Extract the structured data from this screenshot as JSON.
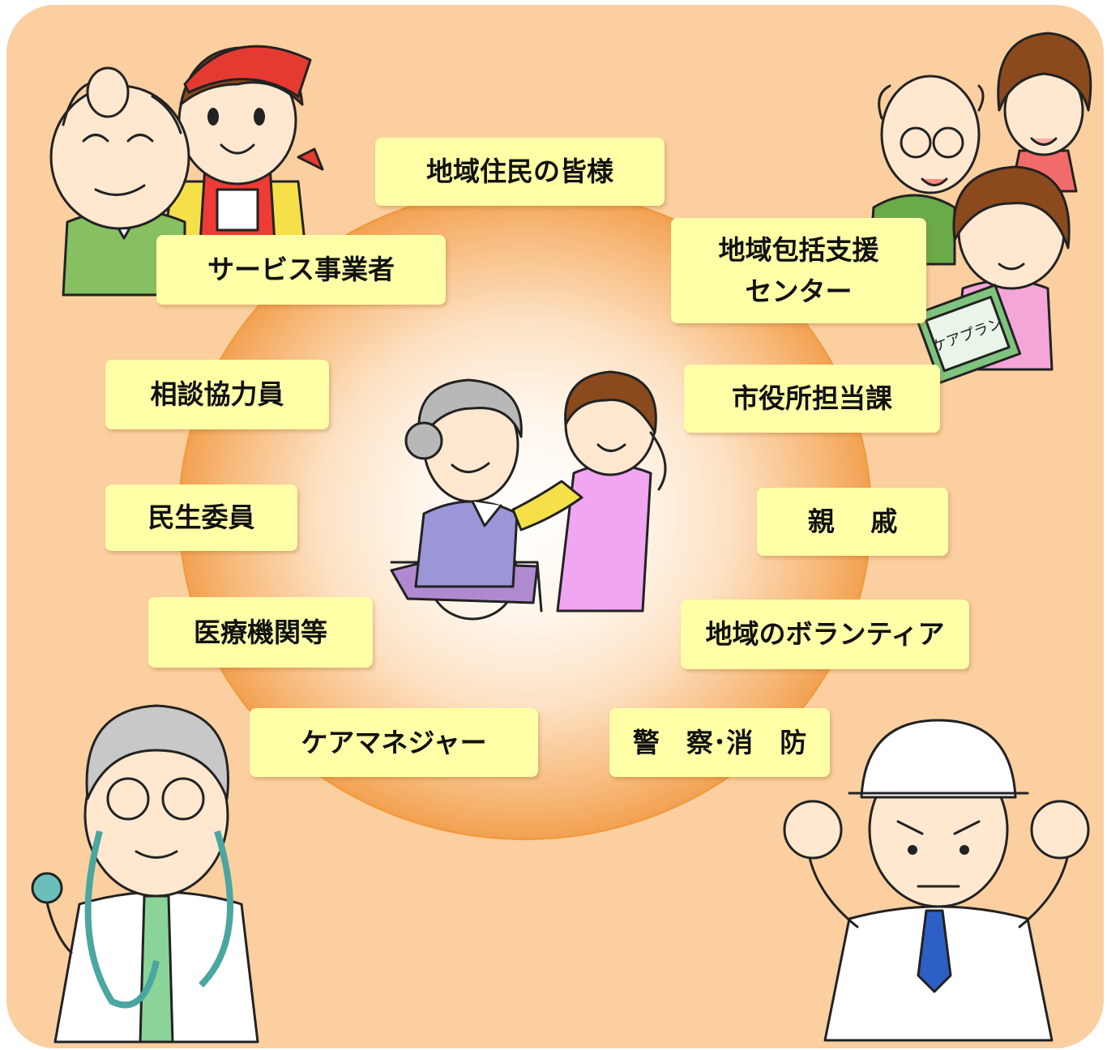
{
  "labels": {
    "residents": "地域住民の皆様",
    "service_providers": "サービス事業者",
    "support_center": "地域包括支援\nセンター",
    "consultants": "相談協力員",
    "city_office": "市役所担当課",
    "welfare_commissioner": "民生委員",
    "relatives": "親　 戚",
    "medical": "医療機関等",
    "volunteers": "地域のボランティア",
    "care_manager": "ケアマネジャー",
    "police_fire": "警　察･消　防"
  },
  "clipboard_text": "ケアプラン",
  "colors": {
    "background": "#fbcf9f",
    "label_fill": "#ffffa8",
    "circle_outer": "#e86f12",
    "circle_center": "#ffffff"
  },
  "icons": [
    "elderly-man-with-helper-illustration",
    "elderly-couple-and-woman-with-care-plan-illustration",
    "wheelchair-caregiver-illustration",
    "doctor-with-stethoscope-illustration",
    "firefighter-with-helmet-illustration"
  ]
}
